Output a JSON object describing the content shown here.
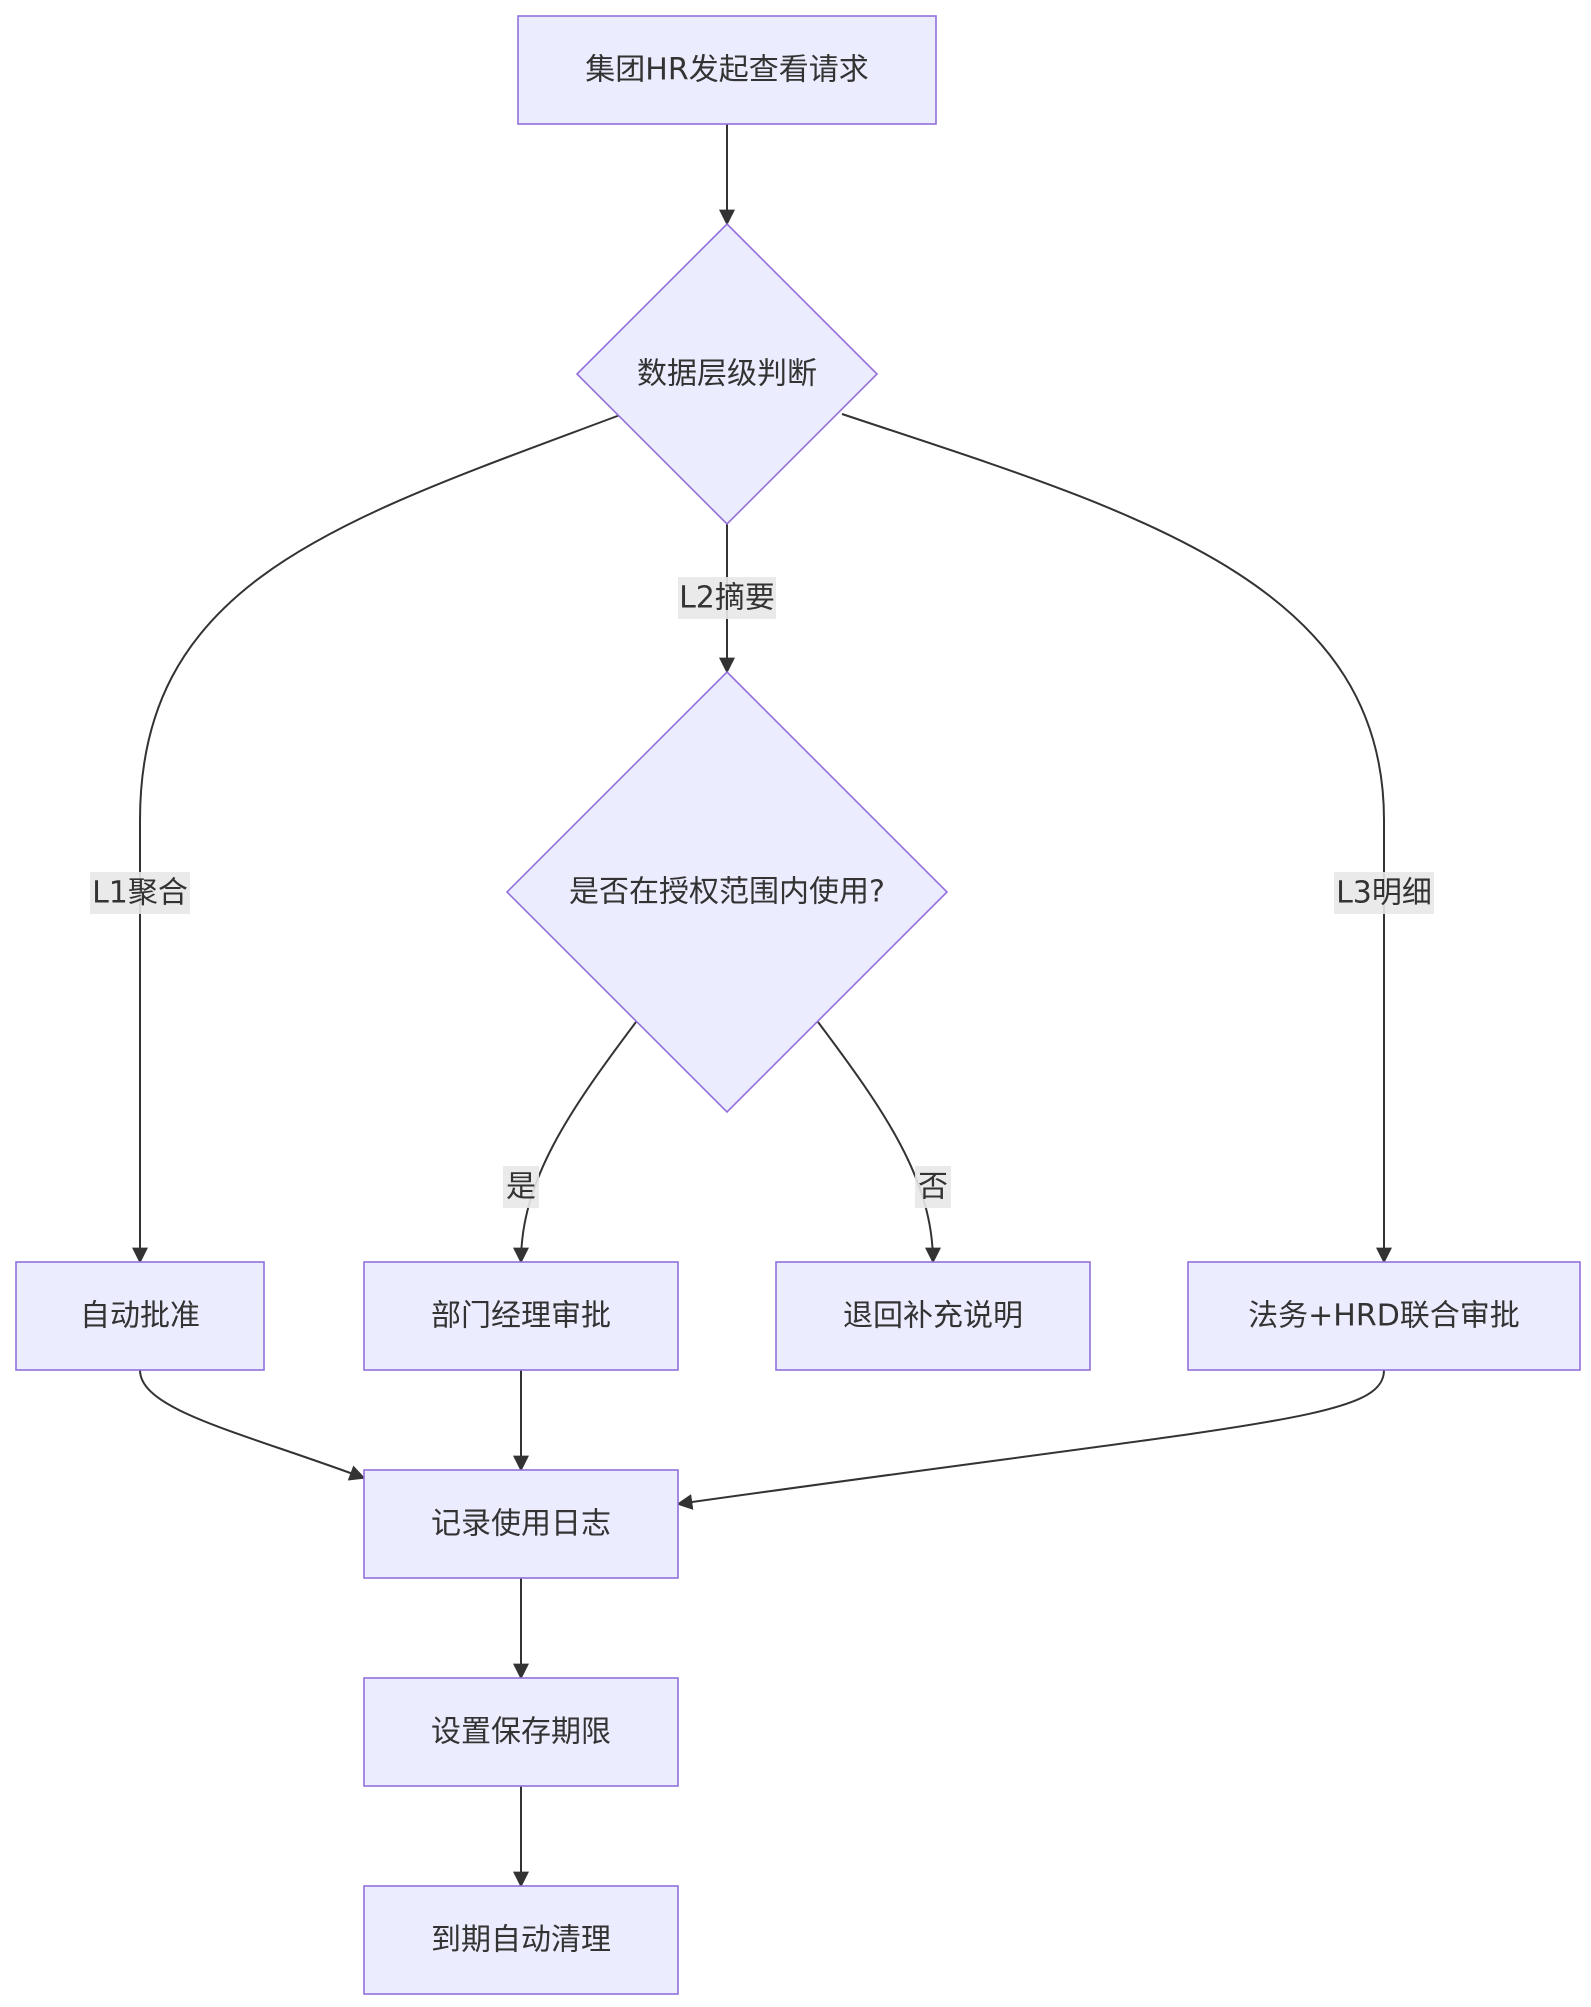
{
  "nodes": {
    "start": "集团HR发起查看请求",
    "level_decision": "数据层级判断",
    "scope_decision": "是否在授权范围内使用?",
    "auto_approve": "自动批准",
    "dept_manager_approval": "部门经理审批",
    "return_explain": "退回补充说明",
    "legal_hrd_approval": "法务+HRD联合审批",
    "log_usage": "记录使用日志",
    "set_retention": "设置保存期限",
    "auto_cleanup": "到期自动清理"
  },
  "edge_labels": {
    "l1": "L1聚合",
    "l2": "L2摘要",
    "l3": "L3明细",
    "yes": "是",
    "no": "否"
  },
  "colors": {
    "node_fill": "#ececff",
    "node_stroke": "#9370db",
    "edge": "#333333",
    "label_bg": "#e8e8e8"
  }
}
